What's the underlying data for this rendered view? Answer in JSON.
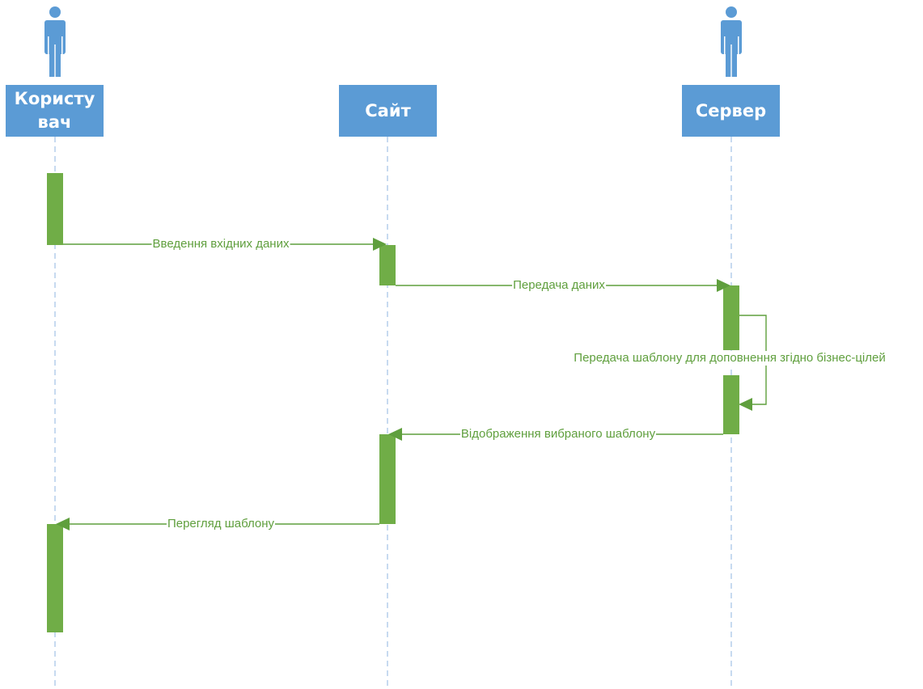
{
  "colors": {
    "participant_fill": "#5b9bd5",
    "actor_fill": "#5b9bd5",
    "activation_fill": "#70ad47",
    "message": "#5f9f3d",
    "lifeline": "#8fb4e0"
  },
  "participants": [
    {
      "id": "user",
      "label": "Користувач",
      "kind": "actor",
      "icon": "person-icon"
    },
    {
      "id": "site",
      "label": "Сайт",
      "kind": "box",
      "icon": ""
    },
    {
      "id": "server",
      "label": "Сервер",
      "kind": "actor",
      "icon": "person-icon"
    }
  ],
  "messages": [
    {
      "from": "user",
      "to": "site",
      "label": "Введення вхідних даних"
    },
    {
      "from": "site",
      "to": "server",
      "label": "Передача даних"
    },
    {
      "from": "server",
      "to": "server",
      "label": "Передача шаблону для доповнення згідно бізнес-цілей"
    },
    {
      "from": "server",
      "to": "site",
      "label": "Відображення вибраного шаблону"
    },
    {
      "from": "site",
      "to": "user",
      "label": "Перегляд шаблону"
    }
  ]
}
